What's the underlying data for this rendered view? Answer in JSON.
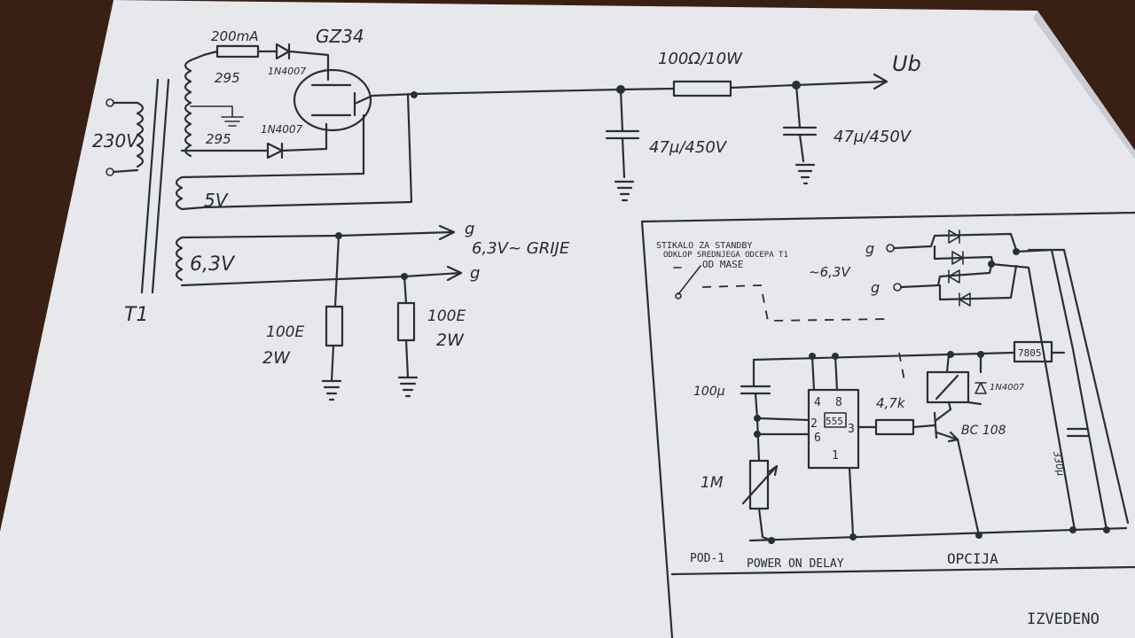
{
  "colors": {
    "paper": "#e6e8ec",
    "ink": "#2a2e3a",
    "table": "#3a1f14"
  },
  "transformer": {
    "name": "T1",
    "primary": "230V",
    "sec_hv_top": "295",
    "sec_hv_bottom": "295",
    "sec_5v": "5V",
    "sec_heater": "6,3V",
    "fuse": "200mA"
  },
  "rectifier": {
    "tube": "GZ34",
    "diode_top": "1N4007",
    "diode_bottom": "1N4007"
  },
  "filter": {
    "resistor": "100Ω/10W",
    "cap1": "47μ/450V",
    "cap2": "47μ/450V",
    "output": "Ub"
  },
  "heater": {
    "out_label": "6,3V~ GRIJE",
    "g1": "g",
    "g2": "g",
    "r1_value": "100E",
    "r1_power": "2W",
    "r2_value": "100E",
    "r2_power": "2W"
  },
  "delay_box": {
    "standby_note_1": "STIKALO ZA STANDBY",
    "standby_note_2": "ODKLOP SREDNJEGA ODCEPA T1",
    "switch_label": "OD MASE",
    "ac_label": "~6,3V",
    "g_top": "g",
    "g_bottom": "g",
    "regulator": "7805",
    "cap_top": "100μ",
    "pot": "1M",
    "ic": "555",
    "pin4": "4",
    "pin8": "8",
    "pin2": "2",
    "pin6": "6",
    "pin3": "3",
    "pin1": "1",
    "resistor": "4,7k",
    "transistor": "BC 108",
    "relay_diode": "1N4007",
    "cap_right": "330μ",
    "title": "POD-1",
    "subtitle": "POWER ON DELAY",
    "option": "OPCIJA"
  },
  "footer_note": "IZVEDENO"
}
